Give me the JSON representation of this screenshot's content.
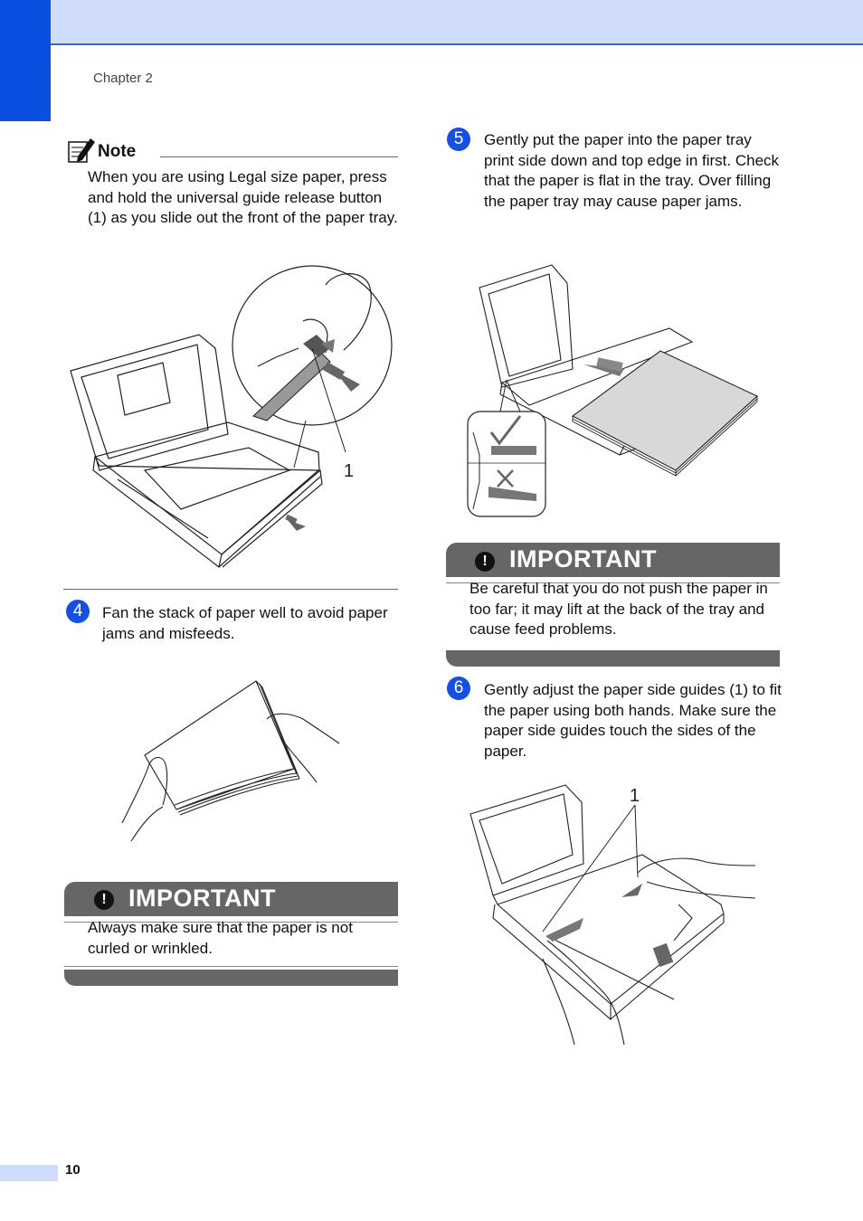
{
  "header": {
    "chapter": "Chapter 2"
  },
  "note": {
    "title": "Note",
    "text": "When you are using Legal size paper, press and hold the universal guide release button (1) as you slide out the front of the paper tray."
  },
  "figures": {
    "callout_1": "1",
    "callout_2": "1"
  },
  "steps": [
    {
      "number": "4",
      "text": "Fan the stack of paper well to avoid paper jams and misfeeds."
    },
    {
      "number": "5",
      "text": "Gently put the paper into the paper tray print side down and top edge in first. Check that the paper is flat in the tray. Over filling the paper tray may cause paper jams."
    },
    {
      "number": "6",
      "text": "Gently adjust the paper side guides (1) to fit the paper using both hands. Make sure the paper side guides touch the sides of the paper."
    }
  ],
  "important": [
    {
      "title": "IMPORTANT",
      "text": "Always make sure that the paper is not curled or wrinkled."
    },
    {
      "title": "IMPORTANT",
      "text": "Be careful that you do not push the paper in too far; it may lift at the back of the tray and cause feed problems."
    }
  ],
  "footer": {
    "page_number": "10"
  }
}
